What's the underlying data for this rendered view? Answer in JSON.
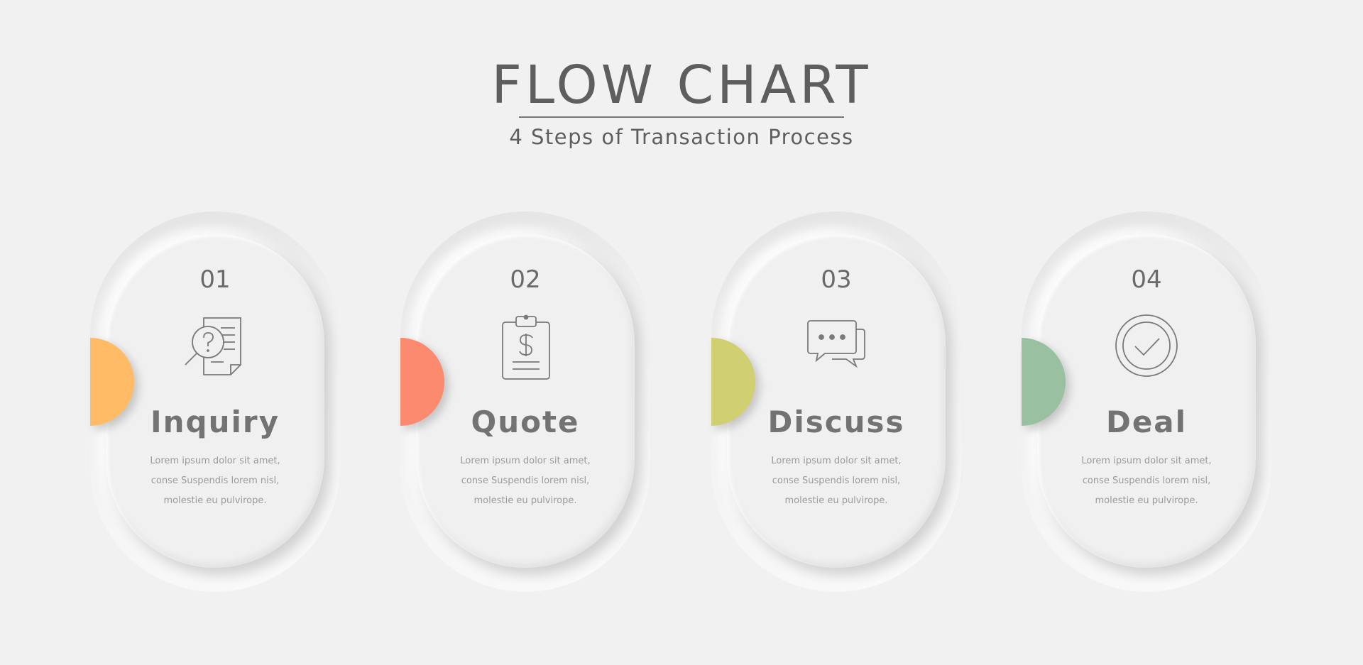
{
  "header": {
    "title": "FLOW CHART",
    "subtitle": "4 Steps of Transaction Process"
  },
  "steps": [
    {
      "number": "01",
      "label": "Inquiry",
      "description": "Lorem ipsum dolor sit amet, conse Suspendis lorem nisl, molestie eu pulvirope.",
      "icon": "inquiry-document-icon",
      "accent": "#ffbb66"
    },
    {
      "number": "02",
      "label": "Quote",
      "description": "Lorem ipsum dolor sit amet, conse Suspendis lorem nisl, molestie eu pulvirope.",
      "icon": "clipboard-dollar-icon",
      "accent": "#fb8a6f"
    },
    {
      "number": "03",
      "label": "Discuss",
      "description": "Lorem ipsum dolor sit amet, conse Suspendis lorem nisl, molestie eu pulvirope.",
      "icon": "chat-bubbles-icon",
      "accent": "#d0cf72"
    },
    {
      "number": "04",
      "label": "Deal",
      "description": "Lorem ipsum dolor sit amet, conse Suspendis lorem nisl, molestie eu pulvirope.",
      "icon": "check-circle-icon",
      "accent": "#99c0a0"
    }
  ]
}
